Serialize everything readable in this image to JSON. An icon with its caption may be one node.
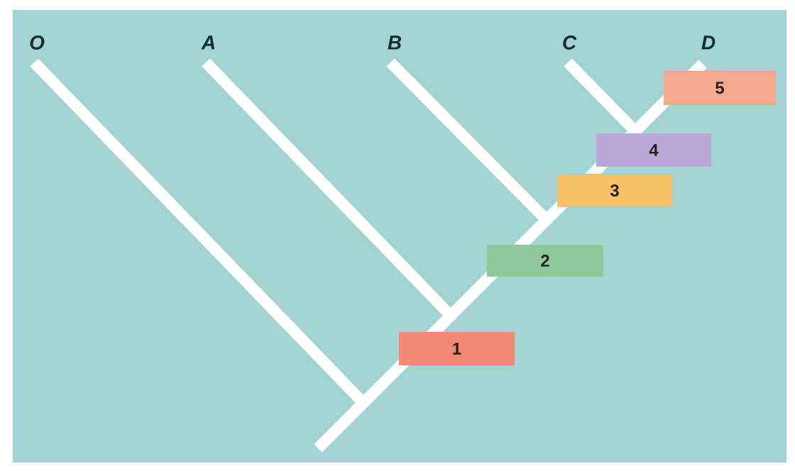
{
  "diagram": {
    "nodes": [
      {
        "text": [
          "1"
        ]
      },
      {
        "text": [
          "2"
        ]
      },
      {
        "text": [
          "3"
        ]
      },
      {
        "text": [
          "4"
        ]
      },
      {
        "text": [
          "5"
        ]
      }
    ],
    "labels": [
      "O",
      "A",
      "B",
      "C",
      "D"
    ]
  }
}
